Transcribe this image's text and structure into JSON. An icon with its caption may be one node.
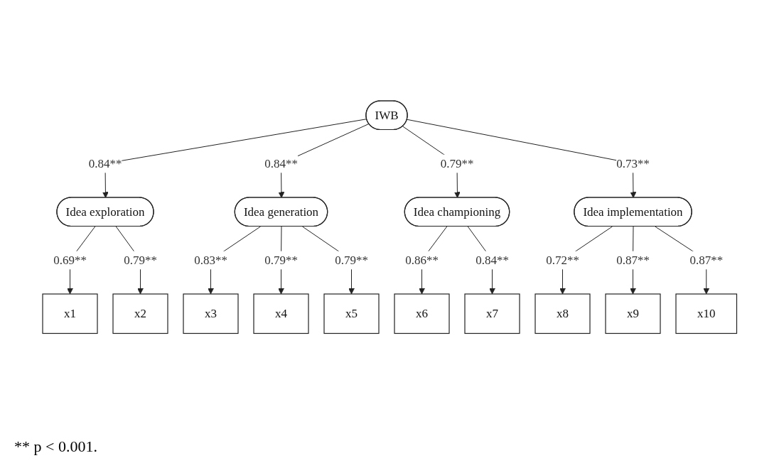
{
  "diagram": {
    "caption": "** p < 0.001.",
    "nodes": [
      {
        "text": [
          "IWB"
        ]
      },
      {
        "text": [
          "Idea exploration"
        ]
      },
      {
        "text": [
          "Idea generation"
        ]
      },
      {
        "text": [
          "Idea championing"
        ]
      },
      {
        "text": [
          "Idea implementation"
        ]
      },
      {
        "text": [
          "x1"
        ]
      },
      {
        "text": [
          "x2"
        ]
      },
      {
        "text": [
          "x3"
        ]
      },
      {
        "text": [
          "x4"
        ]
      },
      {
        "text": [
          "x5"
        ]
      },
      {
        "text": [
          "x6"
        ]
      },
      {
        "text": [
          "x7"
        ]
      },
      {
        "text": [
          "x8"
        ]
      },
      {
        "text": [
          "x9"
        ]
      },
      {
        "text": [
          "x10"
        ]
      }
    ],
    "edges": [
      {
        "from": 0,
        "to": 1,
        "arrow": "to",
        "label": "0.84**"
      },
      {
        "from": 0,
        "to": 2,
        "arrow": "to",
        "label": "0.84**"
      },
      {
        "from": 0,
        "to": 3,
        "arrow": "to",
        "label": "0.79**"
      },
      {
        "from": 0,
        "to": 4,
        "arrow": "to",
        "label": "0.73**"
      },
      {
        "from": 1,
        "to": 5,
        "arrow": "to",
        "label": "0.69**"
      },
      {
        "from": 1,
        "to": 6,
        "arrow": "to",
        "label": "0.79**"
      },
      {
        "from": 2,
        "to": 7,
        "arrow": "to",
        "label": "0.83**"
      },
      {
        "from": 2,
        "to": 8,
        "arrow": "to",
        "label": "0.79**"
      },
      {
        "from": 2,
        "to": 9,
        "arrow": "to",
        "label": "0.79**"
      },
      {
        "from": 3,
        "to": 10,
        "arrow": "to",
        "label": "0.86**"
      },
      {
        "from": 3,
        "to": 11,
        "arrow": "to",
        "label": "0.84**"
      },
      {
        "from": 4,
        "to": 12,
        "arrow": "to",
        "label": "0.72**"
      },
      {
        "from": 4,
        "to": 13,
        "arrow": "to",
        "label": "0.87**"
      },
      {
        "from": 4,
        "to": 14,
        "arrow": "to",
        "label": "0.87**"
      }
    ]
  }
}
